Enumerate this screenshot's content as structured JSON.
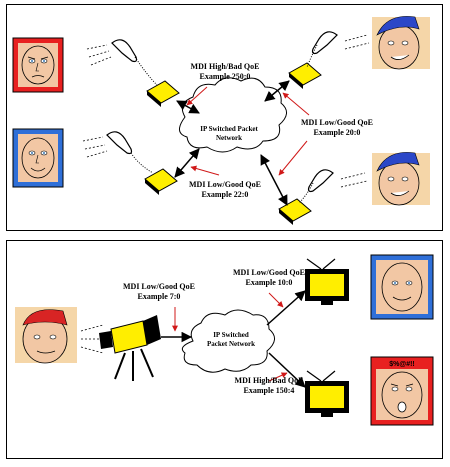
{
  "top_panel": {
    "cloud_line1": "IP Switched Packet",
    "cloud_line2": "Network",
    "label_a_line1": "MDI High/Bad QoE",
    "label_a_line2": "Example 250:0",
    "label_b_line1": "MDI Low/Good QoE",
    "label_b_line2": "Example 20:0",
    "label_c_line1": "MDI Low/Good QoE",
    "label_c_line2": "Example 22:0"
  },
  "bottom_panel": {
    "cloud_line1": "IP Switched",
    "cloud_line2": "Packet Network",
    "label_a_line1": "MDI Low/Good QoE",
    "label_a_line2": "Example 7:0",
    "label_b_line1": "MDI Low/Good QoE",
    "label_b_line2": "Example 10:0",
    "label_c_line1": "MDI High/Bad QoE",
    "label_c_line2": "Example 150:4",
    "shout_text": "$%@#!!"
  },
  "colors": {
    "bad_frame": "#e82020",
    "good_frame": "#2f6fd8",
    "face_fill": "#f2c7a4",
    "device_yellow": "#ffee00",
    "arrow_red": "#d01818",
    "cap_blue": "#2b47c8",
    "cap_red": "#d82424"
  }
}
